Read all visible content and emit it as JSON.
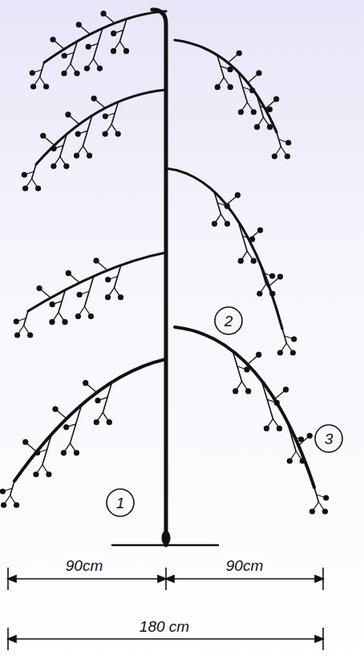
{
  "diagram": {
    "labels": [
      "1",
      "2",
      "3",
      "90cm",
      "90cm",
      "180 cm"
    ]
  }
}
